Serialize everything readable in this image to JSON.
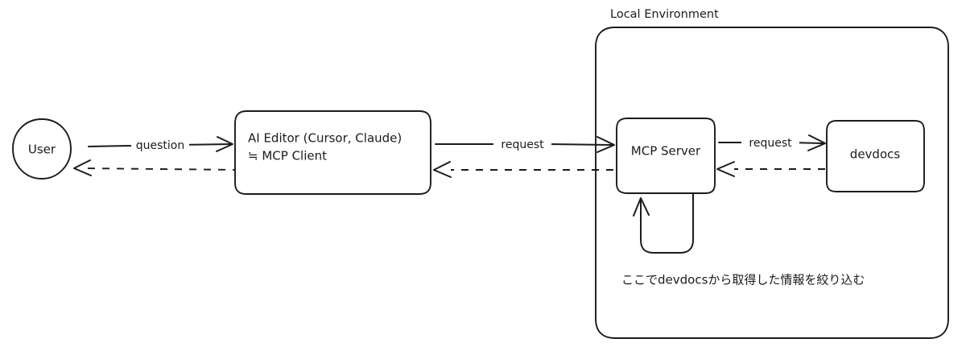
{
  "diagram": {
    "title_visible": false,
    "background_color": "#ffffff",
    "stroke_color": "#1b1b1f",
    "style": "hand-drawn architecture diagram",
    "group": {
      "label": "Local Environment",
      "name": "local-environment-group"
    },
    "nodes": [
      {
        "id": "user",
        "shape": "ellipse",
        "label": "User"
      },
      {
        "id": "ai-editor",
        "shape": "rounded-rect",
        "label_line1": "AI Editor (Cursor, Claude)",
        "label_line2": "≒ MCP Client"
      },
      {
        "id": "mcp-server",
        "shape": "rounded-rect",
        "label": "MCP Server"
      },
      {
        "id": "devdocs",
        "shape": "rounded-rect",
        "label": "devdocs"
      }
    ],
    "edges": [
      {
        "id": "user-to-editor",
        "label": "question",
        "style": "solid",
        "direction": "right"
      },
      {
        "id": "editor-to-user",
        "label": "",
        "style": "dashed",
        "direction": "left"
      },
      {
        "id": "editor-to-server",
        "label": "request",
        "style": "solid",
        "direction": "right"
      },
      {
        "id": "server-to-editor",
        "label": "",
        "style": "dashed",
        "direction": "left"
      },
      {
        "id": "server-to-devdocs",
        "label": "request",
        "style": "solid",
        "direction": "right"
      },
      {
        "id": "devdocs-to-server",
        "label": "",
        "style": "dashed",
        "direction": "left"
      },
      {
        "id": "server-self-loop",
        "label": "",
        "style": "solid",
        "direction": "up"
      }
    ],
    "note": "ここでdevdocsから取得した情報を絞り込む"
  }
}
